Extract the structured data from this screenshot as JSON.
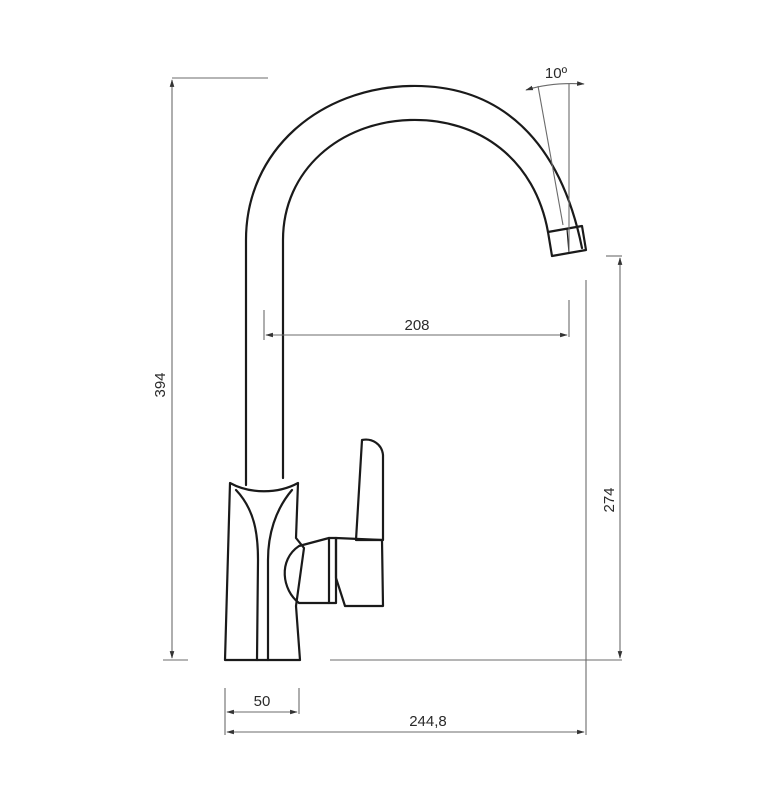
{
  "drawing": {
    "title": "Kitchen faucet dimension drawing",
    "line_color": "#1a1a1a",
    "dimension_color": "#6b6b6b",
    "dimensions": {
      "total_height": "394",
      "spout_reach": "208",
      "spout_outlet_height": "274",
      "base_width": "50",
      "total_depth": "244,8",
      "spout_angle": "10º"
    }
  }
}
